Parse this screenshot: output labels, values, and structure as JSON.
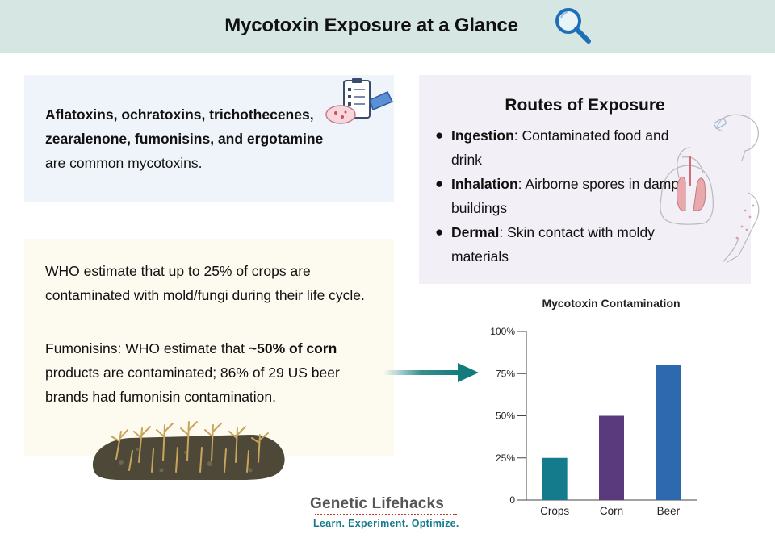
{
  "header": {
    "title": "Mycotoxin Exposure at a Glance",
    "icon": "magnifying-glass-icon",
    "background": "#d6e7e3"
  },
  "mycotoxins_box": {
    "bold_text": "Aflatoxins, ochratoxins, trichothecenes, zearalenone, fumonisins, and ergotamine",
    "rest_text": " are common mycotoxins.",
    "icon": "clipboard-petri-dish-icon"
  },
  "routes": {
    "title": "Routes of Exposure",
    "items": [
      {
        "label": "Ingestion",
        "text": ": Contaminated food and drink"
      },
      {
        "label": "Inhalation",
        "text": ": Airborne spores in damp buildings"
      },
      {
        "label": "Dermal",
        "text": ": Skin contact with moldy materials"
      }
    ],
    "icon": "human-exposure-illustration"
  },
  "who_box": {
    "paragraph1": "WHO estimate that up to 25% of crops are contaminated with mold/fungi during their life cycle.",
    "p2_before": "Fumonisins: WHO estimate that ",
    "p2_bold": "~50% of corn",
    "p2_after": " products are contaminated; 86% of 29 US beer brands had fumonisin contamination.",
    "image": "dead-corn-field-illustration"
  },
  "chart_data": {
    "type": "bar",
    "title": "Mycotoxin Contamination",
    "categories": [
      "Crops",
      "Corn",
      "Beer"
    ],
    "values": [
      25,
      50,
      80
    ],
    "colors": [
      "#137b8b",
      "#5a3a7c",
      "#2e68af"
    ],
    "ylim": [
      0,
      100
    ],
    "yticks": [
      0,
      25,
      50,
      75,
      100
    ],
    "ytick_labels": [
      "0",
      "25%",
      "50%",
      "75%",
      "100%"
    ],
    "xlabel": "",
    "ylabel": "",
    "grid": false
  },
  "brand": {
    "name": "Genetic Lifehacks",
    "tagline": "Learn. Experiment. Optimize."
  },
  "colors": {
    "arrow": "#137b7b",
    "box_blue": "#eef4f9",
    "box_purple": "#f3eff6",
    "box_cream": "#fdfaf0"
  }
}
